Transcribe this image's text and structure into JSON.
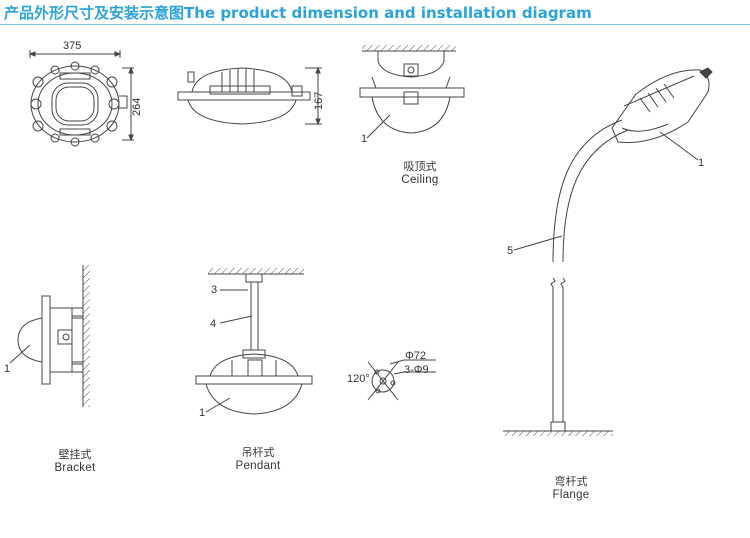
{
  "title": {
    "cn": "产品外形尺寸及安装示意图",
    "en": "The product dimension and installation diagram"
  },
  "dimensions": {
    "width": "375",
    "height": "264",
    "depth": "167"
  },
  "mounting_hole": {
    "diameter": "Φ72",
    "holes": "3-Φ9",
    "angle": "120°"
  },
  "part_labels": {
    "p1": "1",
    "p3": "3",
    "p4": "4",
    "p5": "5"
  },
  "captions": {
    "ceiling": {
      "zh": "吸顶式",
      "en": "Ceiling"
    },
    "bracket": {
      "zh": "壁挂式",
      "en": "Bracket"
    },
    "pendant": {
      "zh": "吊杆式",
      "en": "Pendant"
    },
    "flange": {
      "zh": "弯杆式",
      "en": "Flange"
    }
  },
  "colors": {
    "heading": "#2aa3dd",
    "line": "#444444"
  }
}
